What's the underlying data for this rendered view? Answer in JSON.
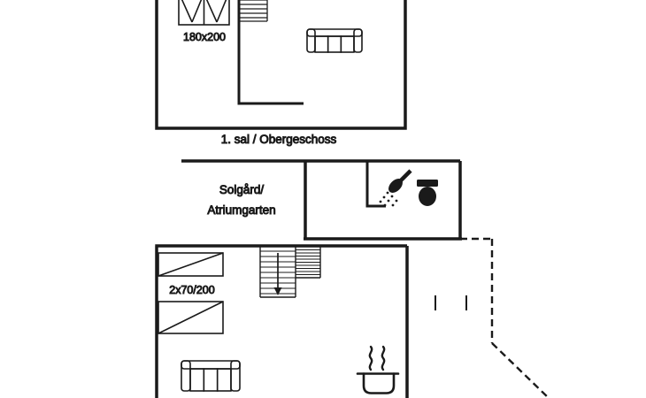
{
  "page": {
    "background": "#ffffff",
    "line_color": "#1a1a1a"
  },
  "upper_floor": {
    "bed_label": "180x200",
    "caption": "1. sal / Obergeschoss"
  },
  "atrium": {
    "line1": "Solgård/",
    "line2": "Atriumgarten"
  },
  "ground_floor": {
    "bed_label": "2x70/200"
  },
  "icons": {
    "double_bed": "double-bed-icon",
    "bunk_beds": "bunk-bed-icon",
    "sofa": "sofa-icon",
    "stairs": "stairs-icon",
    "stairs_down_arrow": "stairs-down-arrow-icon",
    "shower": "shower-icon",
    "toilet": "toilet-icon",
    "cooking_pot": "cooking-pot-icon",
    "terrace_outline": "terrace-dashed-outline"
  }
}
